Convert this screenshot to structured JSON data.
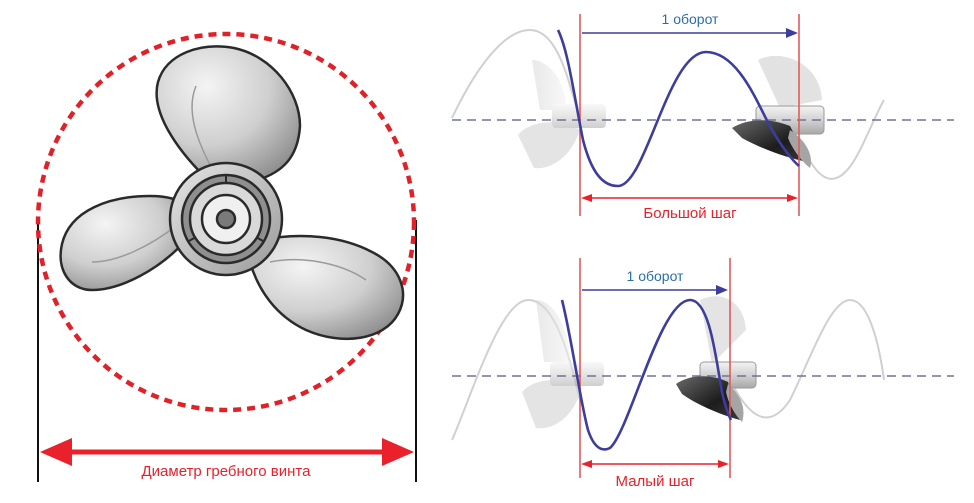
{
  "diameter": {
    "label": "Диаметр гребного винта",
    "arrow_color": "#e8212b",
    "circle_color": "#e02128"
  },
  "pitch_large": {
    "revolution_label": "1 оборот",
    "pitch_label": "Большой шаг"
  },
  "pitch_small": {
    "revolution_label": "1 оборот",
    "pitch_label": "Малый шаг"
  },
  "colors": {
    "revolution_text": "#2b6fa8",
    "pitch_text": "#e8212b",
    "wave": "#3d3d9c",
    "axis_dash": "#6f7396",
    "marker_line": "#e35a5a"
  }
}
